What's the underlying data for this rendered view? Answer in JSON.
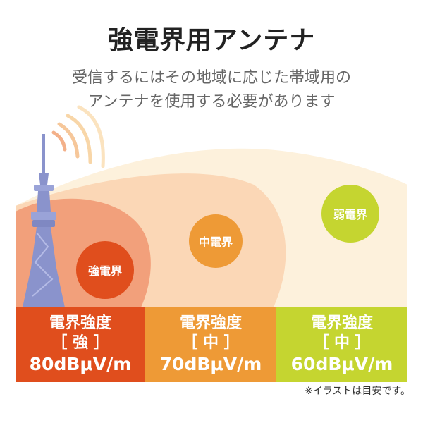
{
  "title": "強電界用アンテナ",
  "subtitle": {
    "line1": "受信するにはその地域に応じた帯域用の",
    "line2": "アンテナを使用する必要があります"
  },
  "zones": {
    "strong": {
      "badge": "強電界",
      "color": "#e04e1d"
    },
    "mid": {
      "badge": "中電界",
      "color": "#ee9a36"
    },
    "weak": {
      "badge": "弱電界",
      "color": "#c5d530"
    }
  },
  "bands": [
    {
      "heading": "電界強度",
      "level": "［ 強 ］",
      "value": "80dBμV/m"
    },
    {
      "heading": "電界強度",
      "level": "［ 中 ］",
      "value": "70dBμV/m"
    },
    {
      "heading": "電界強度",
      "level": "［ 中 ］",
      "value": "60dBμV/m"
    }
  ],
  "note": "※イラストは目安です。"
}
